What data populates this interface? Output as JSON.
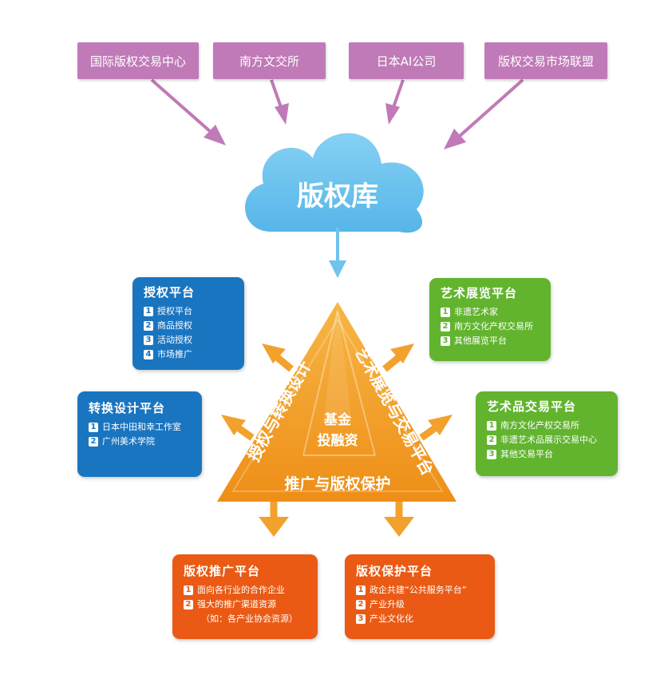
{
  "sources": [
    {
      "label": "国际版权交易中心"
    },
    {
      "label": "南方文交所"
    },
    {
      "label": "日本AI公司"
    },
    {
      "label": "版权交易市场联盟"
    }
  ],
  "cloud": {
    "label": "版权库"
  },
  "triangle": {
    "left_side": "授权与转换设计",
    "right_side": "艺术展览与交易平台",
    "bottom_side": "推广与版权保护",
    "center_line1": "基金",
    "center_line2": "投融资"
  },
  "platforms": {
    "authorization": {
      "title": "授权平台",
      "items": [
        {
          "num": "1",
          "text": "授权平台"
        },
        {
          "num": "2",
          "text": "商品授权"
        },
        {
          "num": "3",
          "text": "活动授权"
        },
        {
          "num": "4",
          "text": "市场推广"
        }
      ]
    },
    "conversion": {
      "title": "转换设计平台",
      "items": [
        {
          "num": "1",
          "text": "日本中田和幸工作室"
        },
        {
          "num": "2",
          "text": "广州美术学院"
        }
      ]
    },
    "exhibition": {
      "title": "艺术展览平台",
      "items": [
        {
          "num": "1",
          "text": "非遗艺术家"
        },
        {
          "num": "2",
          "text": "南方文化产权交易所"
        },
        {
          "num": "3",
          "text": "其他展览平台"
        }
      ]
    },
    "trading": {
      "title": "艺术品交易平台",
      "items": [
        {
          "num": "1",
          "text": "南方文化产权交易所"
        },
        {
          "num": "2",
          "text": "非遗艺术品展示交易中心"
        },
        {
          "num": "3",
          "text": "其他交易平台"
        }
      ]
    },
    "promotion": {
      "title": "版权推广平台",
      "items": [
        {
          "num": "1",
          "text": "面向各行业的合作企业"
        },
        {
          "num": "2",
          "text": "强大的推广渠道资源"
        }
      ],
      "note": "（如：各产业协会资源）"
    },
    "protection": {
      "title": "版权保护平台",
      "items": [
        {
          "num": "1",
          "text": "政企共建“公共服务平台”"
        },
        {
          "num": "2",
          "text": "产业升级"
        },
        {
          "num": "3",
          "text": "产业文化化"
        }
      ]
    }
  },
  "colors": {
    "source": "#c07ab7",
    "cloud": "#6fc3ee",
    "triangle": "#f3a12d",
    "blue": "#1a75c0",
    "green": "#62b42f",
    "orange": "#ea5a14"
  }
}
